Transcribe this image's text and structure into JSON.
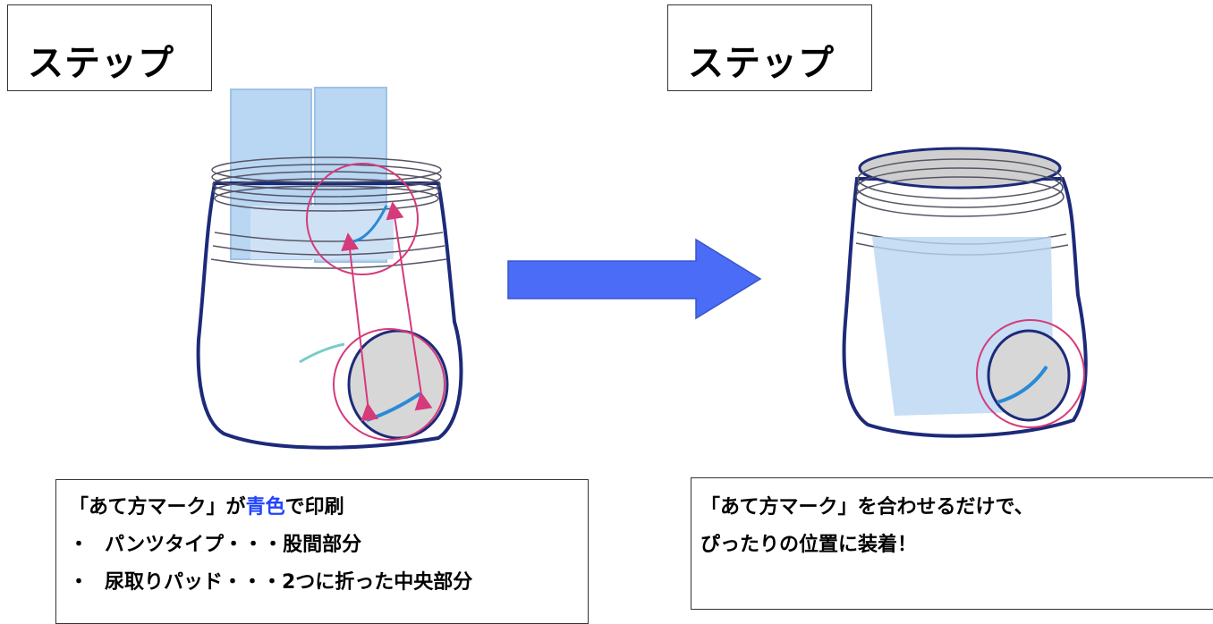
{
  "step1": {
    "title": "ステップ"
  },
  "step2": {
    "title": "ステップ"
  },
  "caption1": {
    "line1_a": "「あて方マーク」が",
    "line1_accent": "青色",
    "line1_b": "で印刷",
    "bullet": "・",
    "item1": "パンツタイプ・・・股間部分",
    "item2": "尿取りパッド・・・2つに折った中央部分"
  },
  "caption2": {
    "line1": "「あて方マーク」を合わせるだけで、",
    "line2": "ぴったりの位置に装着！"
  },
  "colors": {
    "accent_text": "#2244ff",
    "arrow_fill": "#4a6cf7",
    "marker_circle": "#d63a7a",
    "diaper_outline": "#1d2a7a",
    "pad_fill": "#b9d6f2"
  }
}
